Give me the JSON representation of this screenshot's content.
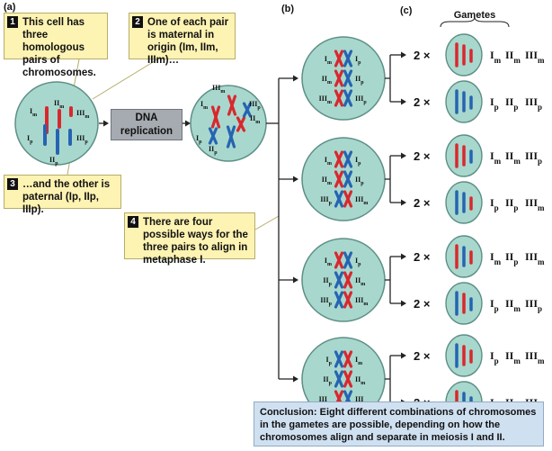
{
  "panels": {
    "a": "(a)",
    "b": "(b)",
    "c": "(c)"
  },
  "gametes_header": "Gametes",
  "callouts": [
    {
      "num": "1",
      "text": "This cell has three homologous pairs of chromosomes."
    },
    {
      "num": "2",
      "text": "One of each pair is maternal in origin (Im, IIm, IIIm)…"
    },
    {
      "num": "3",
      "text": "…and the other is paternal (Ip, IIp, IIIp)."
    },
    {
      "num": "4",
      "text": "There are four possible ways for the three pairs to align in metaphase I."
    }
  ],
  "dna_replication": "DNA replication",
  "multiplier": "2 ×",
  "gamete_rows": [
    [
      "Im",
      "IIm",
      "IIIm"
    ],
    [
      "Ip",
      "IIp",
      "IIIp"
    ],
    [
      "Im",
      "IIm",
      "IIIp"
    ],
    [
      "Ip",
      "IIp",
      "IIIm"
    ],
    [
      "Im",
      "IIp",
      "IIIm"
    ],
    [
      "Ip",
      "IIm",
      "IIIp"
    ],
    [
      "Ip",
      "IIm",
      "IIIm"
    ],
    [
      "Im",
      "IIp",
      "IIIp"
    ]
  ],
  "gamete_colors": [
    [
      "red",
      "red",
      "red"
    ],
    [
      "blue",
      "blue",
      "blue"
    ],
    [
      "red",
      "red",
      "blue"
    ],
    [
      "blue",
      "blue",
      "red"
    ],
    [
      "red",
      "blue",
      "red"
    ],
    [
      "blue",
      "red",
      "blue"
    ],
    [
      "blue",
      "red",
      "red"
    ],
    [
      "red",
      "blue",
      "blue"
    ]
  ],
  "alignments": [
    {
      "left": [
        "Im",
        "IIm",
        "IIIm"
      ],
      "right": [
        "Ip",
        "IIp",
        "IIIp"
      ]
    },
    {
      "left": [
        "Im",
        "IIm",
        "IIIp"
      ],
      "right": [
        "Ip",
        "IIp",
        "IIIm"
      ]
    },
    {
      "left": [
        "Im",
        "IIp",
        "IIIp"
      ],
      "right": [
        "Ip",
        "IIm",
        "IIIm"
      ]
    },
    {
      "left": [
        "Ip",
        "IIp",
        "IIIm"
      ],
      "right": [
        "Im",
        "IIm",
        "IIIp"
      ]
    }
  ],
  "cell_a_labels": [
    "Im",
    "IIm",
    "IIIm",
    "Ip",
    "IIp",
    "IIIp"
  ],
  "cell_rep_labels": [
    "Im",
    "IIm",
    "IIIm",
    "Ip",
    "IIp",
    "IIIp"
  ],
  "conclusion": {
    "label": "Conclusion:",
    "text": "Eight different combinations of chromosomes in the gametes are possible, depending on how the chromosomes align and separate in meiosis I and II."
  },
  "colors": {
    "red": "#d8282e",
    "blue": "#2664b2",
    "cell_fill": "#a8d7cd",
    "cell_stroke": "#5d8f86",
    "arrow": "#222222"
  }
}
